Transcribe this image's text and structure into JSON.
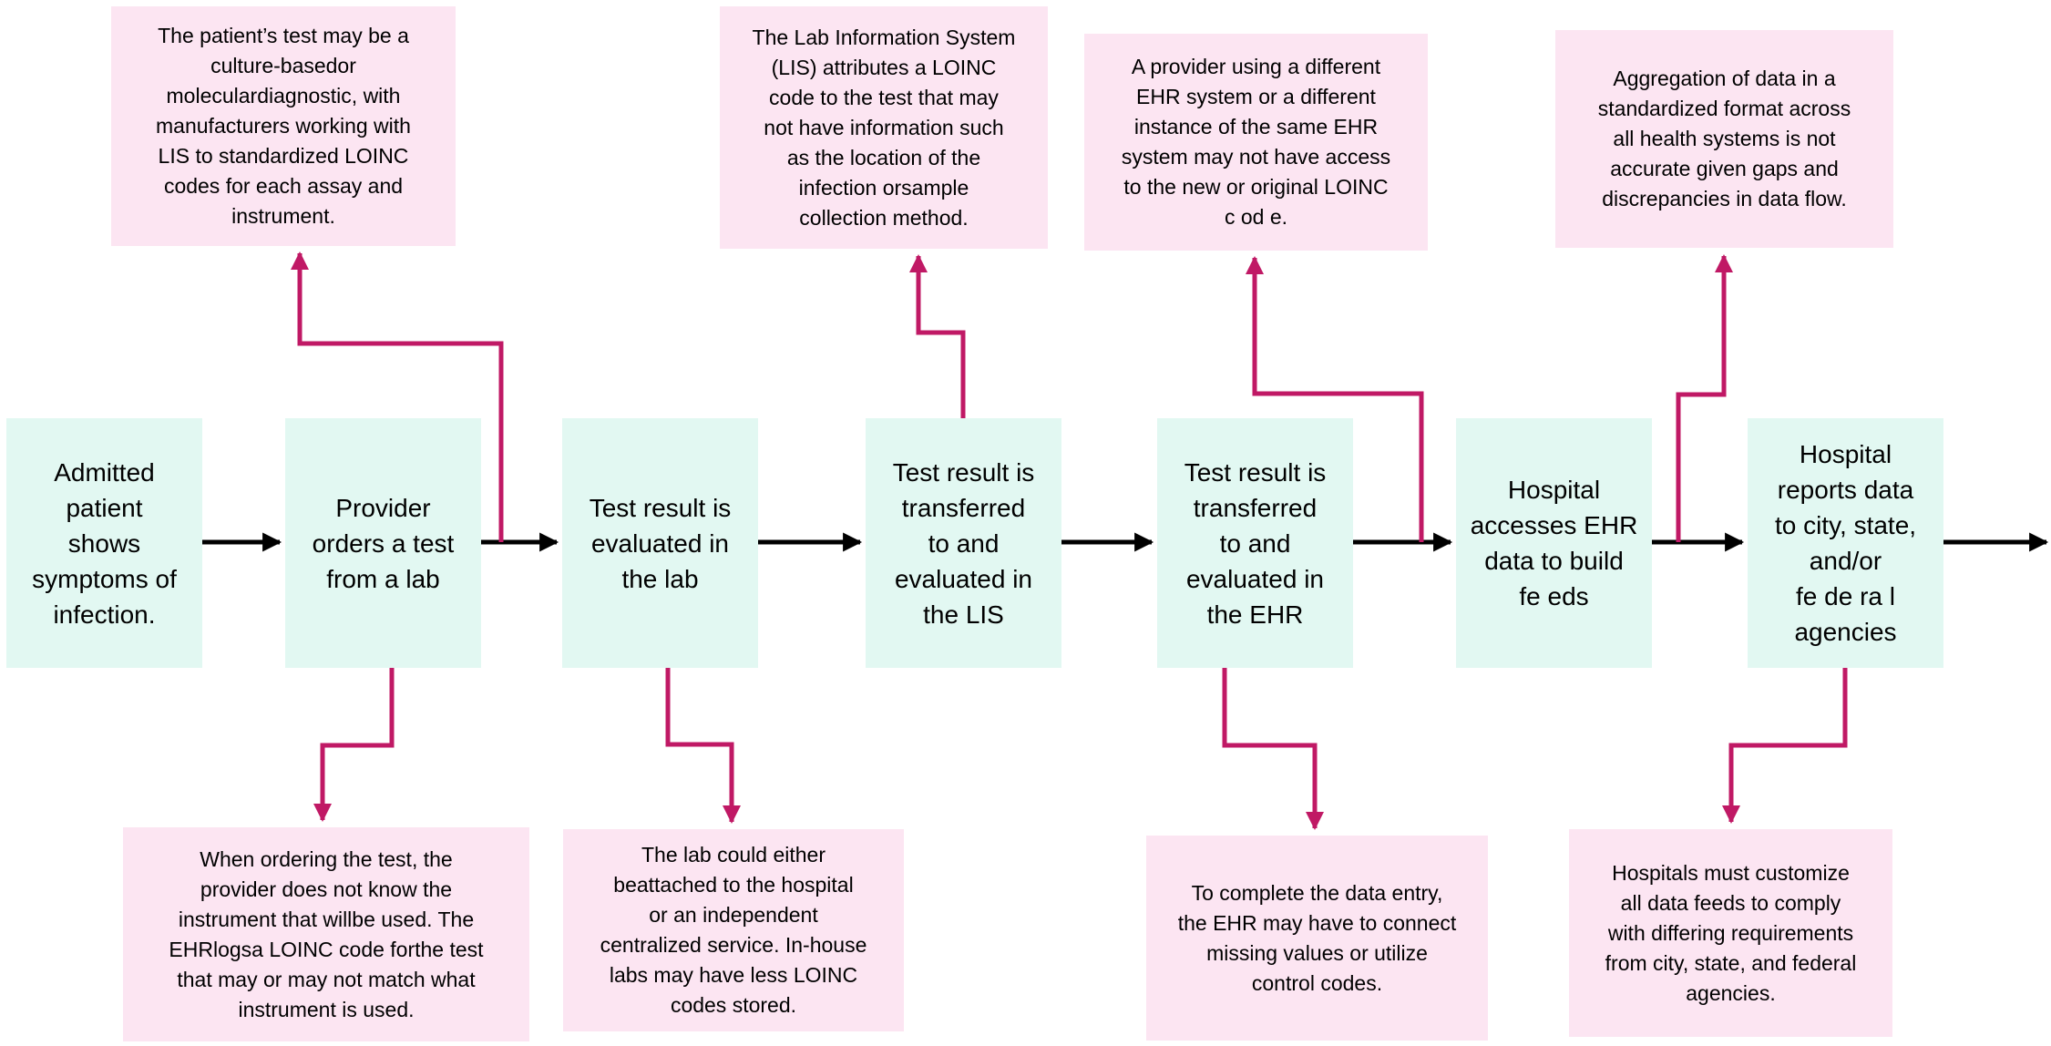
{
  "colors": {
    "process_fill": "#e2f8f2",
    "note_fill": "#fce5f2",
    "connector": "#c01965",
    "flow_arrow": "#000000",
    "text": "#000000",
    "background": "#ffffff"
  },
  "flow": {
    "steps": [
      {
        "label": "Admitted\npatient\nshows\nsymptoms of\ninfection."
      },
      {
        "label": "Provider\norders a test\nfrom a lab"
      },
      {
        "label": "Test result is\nevaluated in\nthe lab"
      },
      {
        "label": "Test result is\ntransferred\nto and\nevaluated in\nthe LIS"
      },
      {
        "label": "Test result is\ntransferred\nto and\nevaluated in\nthe EHR"
      },
      {
        "label": "Hospital\naccesses EHR\ndata to build\nfe eds"
      },
      {
        "label": "Hospital\nreports data\nto city, state,\nand/or\nfe de ra l\nagencies"
      }
    ],
    "notes_top": [
      {
        "text": "The patient’s test may be a\nculture-basedor\nmoleculardiagnostic, with\nmanufacturers working with\nLIS to standardized LOINC\ncodes for each assay and\ninstrument."
      },
      {
        "text": "The Lab Information System\n(LIS) attributes a LOINC\ncode to the test that may\nnot have information such\nas the location of the\ninfection orsample\ncollection method."
      },
      {
        "text": "A provider using a different\nEHR system or a different\ninstance of the same EHR\nsystem may not have access\nto the new or original LOINC\nc od e."
      },
      {
        "text": "Aggregation of data in a\nstandardized format across\nall health systems is not\naccurate given gaps and\ndiscrepancies in data flow."
      }
    ],
    "notes_bottom": [
      {
        "text": "When ordering the test, the\nprovider does not know the\ninstrument that willbe used. The\nEHRlogsa LOINC code forthe test\nthat may or may not match what\ninstrument is used."
      },
      {
        "text": "The lab could either\nbeattached to the hospital\nor an independent\ncentralized service. In-house\nlabs may have less LOINC\ncodes stored."
      },
      {
        "text": "To complete the data entry,\nthe EHR may have to connect\nmissing values or utilize\ncontrol codes."
      },
      {
        "text": "Hospitals must customize\nall data feeds to comply\nwith differing requirements\nfrom city, state, and federal\nagencies."
      }
    ]
  }
}
